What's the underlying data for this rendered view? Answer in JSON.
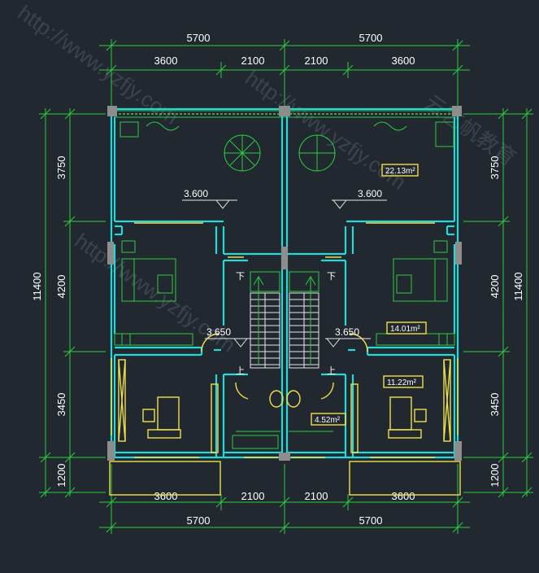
{
  "dimensions": {
    "top_total": [
      "5700",
      "5700"
    ],
    "top_sub": [
      "3600",
      "2100",
      "2100",
      "3600"
    ],
    "bottom_sub": [
      "3600",
      "2100",
      "2100",
      "3600"
    ],
    "bottom_total": [
      "5700",
      "5700"
    ],
    "left_sub": [
      "3750",
      "4200",
      "3450",
      "1200"
    ],
    "left_total": "11400",
    "right_sub": [
      "3750",
      "4200",
      "3450",
      "1200"
    ],
    "right_total": "11400"
  },
  "levels": [
    "3.600",
    "3.600",
    "3.650",
    "3.650"
  ],
  "areas": [
    "22.13m²",
    "14.01m²",
    "11.22m²",
    "4.52m²"
  ],
  "stairs": [
    "下",
    "下",
    "上",
    "上"
  ],
  "watermarks": [
    "http://www.yzfjy.com",
    "http://www.yzfjy.com",
    "http://www.yzfjy.com",
    "云艺帆教育"
  ],
  "colors": {
    "background": "#212830",
    "walls": "#27d8d8",
    "dimension_lines": "#2ecc40",
    "furniture": "#f0e04a",
    "columns": "#8d8d8d"
  }
}
